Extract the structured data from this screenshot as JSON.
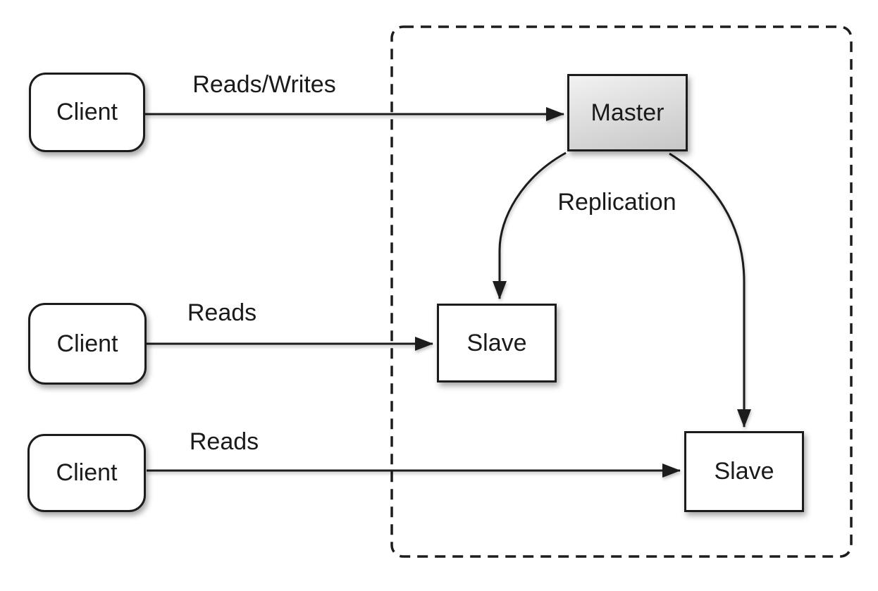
{
  "diagram": {
    "type": "master-slave-replication-architecture",
    "nodes": {
      "client1": {
        "label": "Client"
      },
      "client2": {
        "label": "Client"
      },
      "client3": {
        "label": "Client"
      },
      "master": {
        "label": "Master"
      },
      "slave1": {
        "label": "Slave"
      },
      "slave2": {
        "label": "Slave"
      }
    },
    "edges": {
      "client1_master": {
        "label": "Reads/Writes"
      },
      "client2_slave1": {
        "label": "Reads"
      },
      "client3_slave2": {
        "label": "Reads"
      },
      "master_slaves": {
        "label": "Replication"
      }
    },
    "colors": {
      "stroke": "#1c1c1c",
      "node_fill": "#ffffff",
      "master_fill_top": "#f2f2f2",
      "master_fill_bottom": "#c7c7c7",
      "text": "#1a1a1a",
      "background": "#ffffff"
    }
  }
}
